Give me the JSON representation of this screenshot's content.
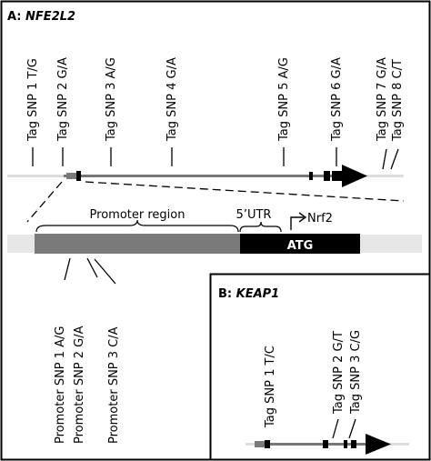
{
  "panel_a": {
    "title_prefix": "A:",
    "gene": "NFE2L2",
    "tag_snps": [
      "Tag SNP 1 T/G",
      "Tag SNP 2 G/A",
      "Tag SNP 3 A/G",
      "Tag SNP 4 G/A",
      "Tag SNP 5 A/G",
      "Tag SNP 6 G/A",
      "Tag SNP 7 G/A",
      "Tag SNP 8 C/T"
    ],
    "promoter_region_label": "Promoter region",
    "utr_label": "5’UTR",
    "tss_label": "Nrf2",
    "start_codon_label": "ATG",
    "promoter_snps": [
      "Promoter SNP 1 A/G",
      "Promoter SNP 2 G/A",
      "Promoter SNP 3 C/A"
    ]
  },
  "panel_b": {
    "title_prefix": "B:",
    "gene": "KEAP1",
    "tag_snps": [
      "Tag SNP 1 T/C",
      "Tag SNP 2 G/T",
      "Tag SNP 3 C/G"
    ]
  },
  "colors": {
    "frame": "#000000",
    "intron_line": "#777777",
    "promoter_fill": "#7a7a7a",
    "exon_fill": "#000000",
    "flank_fill": "#e6e6e6"
  }
}
